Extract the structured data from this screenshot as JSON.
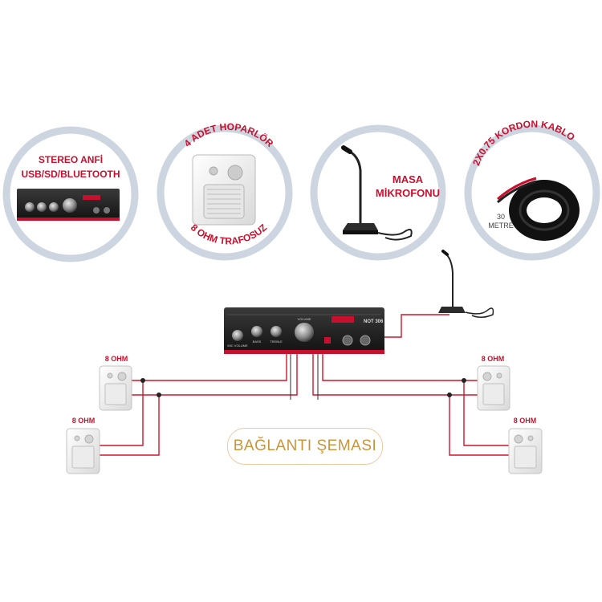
{
  "circles": [
    {
      "lines": [
        "STEREO ANFİ",
        "USB/SD/BLUETOOTH"
      ]
    },
    {
      "arc_top": "4 ADET HOPARLÖR",
      "arc_bottom": "8 OHM TRAFOSUZ"
    },
    {
      "lines": [
        "MASA",
        "MİKROFONU"
      ]
    },
    {
      "arc_top": "2X0.75 KORDON KABLO",
      "note_lines": [
        "30",
        "METRE"
      ]
    }
  ],
  "amplifier": {
    "model": "NOT 306",
    "knobs": [
      "MIC VOLUME",
      "BASS",
      "TREBLE",
      "VOLUME"
    ]
  },
  "speakers": [
    {
      "label": "8 OHM"
    },
    {
      "label": "8 OHM"
    },
    {
      "label": "8 OHM"
    },
    {
      "label": "8 OHM"
    }
  ],
  "diagram_title": "BAĞLANTI ŞEMASI",
  "colors": {
    "accent_red": "#c8102e",
    "circle_ring": "#cdd6e0",
    "wire": "#d2142c",
    "wire_black": "#2a2a2a",
    "title_gold": "#c9953a"
  }
}
